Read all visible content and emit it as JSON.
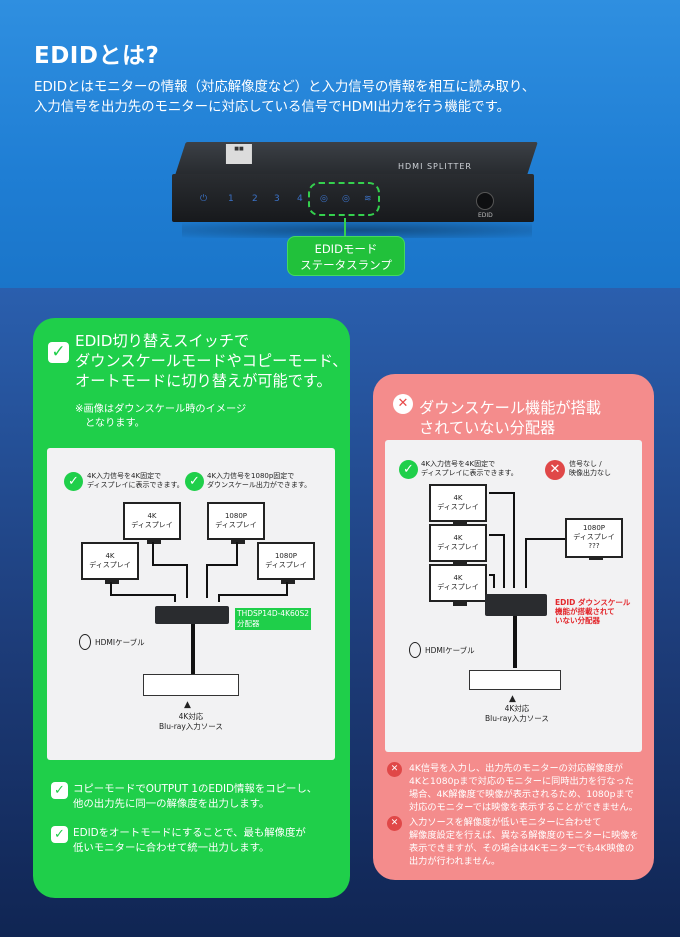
{
  "header": {
    "title": "EDIDとは?",
    "lead_line1": "EDIDとはモニターの情報（対応解像度など）と入力信号の情報を相互に読み取り、",
    "lead_line2": "入力信号を出力先のモニターに対応している信号でHDMI出力を行う機能です。"
  },
  "device": {
    "model": "HDMI SPLITTER",
    "ports": [
      "1",
      "2",
      "3",
      "4"
    ],
    "edid_label": "EDID",
    "status_tag_line1": "EDIDモード",
    "status_tag_line2": "ステータスランプ"
  },
  "green_panel": {
    "heading_line1": "EDID切り替えスイッチで",
    "heading_line2": "ダウンスケールモードやコピーモード、",
    "heading_line3": "オートモードに切り替えが可能です。",
    "note_line1": "※画像はダウンスケール時のイメージ",
    "note_line2": "となります。",
    "check1_line1": "4K入力信号を4K固定で",
    "check1_line2": "ディスプレイに表示できます。",
    "check2_line1": "4K入力信号を1080p固定で",
    "check2_line2": "ダウンスケール出力ができます。",
    "monitors": [
      {
        "line1": "4K",
        "line2": "ディスプレイ"
      },
      {
        "line1": "1080P",
        "line2": "ディスプレイ"
      },
      {
        "line1": "4K",
        "line2": "ディスプレイ"
      },
      {
        "line1": "1080P",
        "line2": "ディスプレイ"
      }
    ],
    "product_line1": "THDSP14D-4K60S2",
    "product_line2": "分配器",
    "hdmi_cable": "HDMIケーブル",
    "source_line1": "4K対応",
    "source_line2": "Blu-ray入力ソース",
    "bullet1_line1": "コピーモードでOUTPUT 1のEDID情報をコピーし、",
    "bullet1_line2": "他の出力先に同一の解像度を出力します。",
    "bullet2_line1": "EDIDをオートモードにすることで、最も解像度が",
    "bullet2_line2": "低いモニターに合わせて統一出力します。"
  },
  "red_panel": {
    "heading_line1": "ダウンスケール機能が搭載",
    "heading_line2": "されていない分配器",
    "check1_line1": "4K入力信号を4K固定で",
    "check1_line2": "ディスプレイに表示できます。",
    "x_line1": "信号なし /",
    "x_line2": "映像出力なし",
    "monitors": [
      {
        "line1": "4K",
        "line2": "ディスプレイ"
      },
      {
        "line1": "4K",
        "line2": "ディスプレイ"
      },
      {
        "line1": "4K",
        "line2": "ディスプレイ"
      }
    ],
    "monitor_1080": {
      "line1": "1080P",
      "line2": "ディスプレイ",
      "line3": "???"
    },
    "warn_line1": "EDID ダウンスケール",
    "warn_line2": "機能が搭載されて",
    "warn_line3": "いない分配器",
    "hdmi_cable": "HDMIケーブル",
    "source_line1": "4K対応",
    "source_line2": "Blu-ray入力ソース",
    "bullet1": [
      "4K信号を入力し、出力先のモニターの対応解像度が",
      "4Kと1080pまで対応のモニターに同時出力を行なった",
      "場合、4K解像度で映像が表示されるため、1080pまで",
      "対応のモニターでは映像を表示することができません。"
    ],
    "bullet2": [
      "入力ソースを解像度が低いモニターに合わせて",
      "解像度設定を行えば、異なる解像度のモニターに映像を",
      "表示できますが、その場合は4Kモニターでも4K映像の",
      "出力が行われません。"
    ]
  },
  "colors": {
    "green": "#1fcf4a",
    "red_panel": "#f48c8c",
    "blue_top": "#2f8fe0",
    "navy": "#1d3c79"
  },
  "icons": [
    "check-icon",
    "cross-icon",
    "power-icon",
    "arrow-up-icon"
  ]
}
